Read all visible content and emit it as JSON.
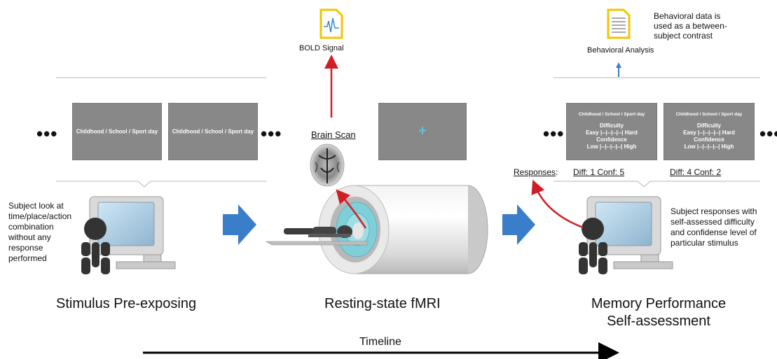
{
  "bold": {
    "label": "BOLD Signal"
  },
  "behavioral": {
    "label": "Behavioral Analysis",
    "note_lines": [
      "Behavioral data is",
      "used as a between-",
      "subject contrast"
    ]
  },
  "stimulus": {
    "slide_caption": "Childhood / School / Sport day",
    "ellipsis": "•••",
    "note_lines": [
      "Subject look at",
      "time/place/action",
      "combination",
      "without any",
      "response",
      "performed"
    ],
    "title": "Stimulus Pre-exposing"
  },
  "fmri": {
    "brain_scan_label": "Brain Scan",
    "fixation": "+",
    "title": "Resting-state fMRI"
  },
  "memory": {
    "slide_header": "Childhood / School / Sport day",
    "rating_lines": [
      "Difficulty",
      "Easy |--|--|--|--| Hard",
      "Confidence",
      "Low |--|--|--|--| High"
    ],
    "responses_label": "Responses",
    "responses_colon": ":",
    "response_1": "Diff: 1 Conf: 5",
    "response_2": "Diff: 4 Conf: 2",
    "note_lines": [
      "Subject responses with",
      "self-assessed difficulty",
      "and confidense level of",
      "particular stimulus"
    ],
    "title_lines": [
      "Memory Performance",
      "Self-assessment"
    ]
  },
  "timeline": {
    "label": "Timeline"
  },
  "colors": {
    "red_arrow": "#d11e26",
    "blue_arrow": "#3a7dc9",
    "slide_gray": "#888888",
    "scanner_teal": "#7ecfd8",
    "fixation_cyan": "#5bc4d8"
  }
}
